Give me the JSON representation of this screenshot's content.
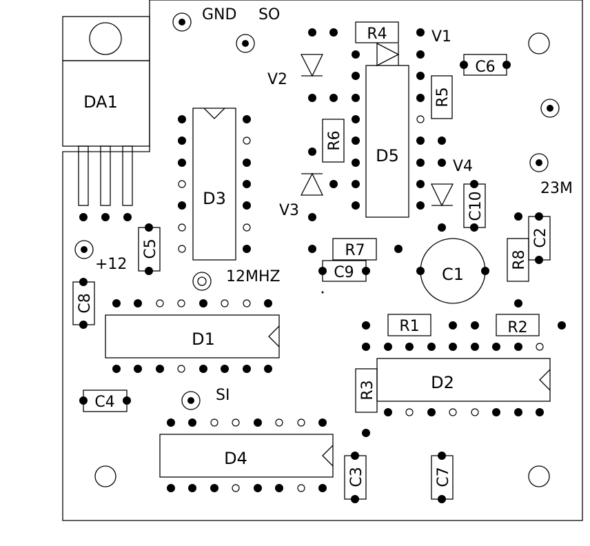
{
  "labels": {
    "gnd": "GND",
    "so": "SO",
    "si": "SI",
    "plus12": "+12",
    "mhz12": "12MHZ",
    "m23": "23M"
  },
  "components": {
    "DA1": "DA1",
    "D1": "D1",
    "D2": "D2",
    "D3": "D3",
    "D4": "D4",
    "D5": "D5",
    "R1": "R1",
    "R2": "R2",
    "R3": "R3",
    "R4": "R4",
    "R5": "R5",
    "R6": "R6",
    "R7": "R7",
    "R8": "R8",
    "C1": "C1",
    "C2": "C2",
    "C3": "C3",
    "C4": "C4",
    "C5": "C5",
    "C6": "C6",
    "C7": "C7",
    "C8": "C8",
    "C9": "C9",
    "C10": "C10",
    "V1": "V1",
    "V2": "V2",
    "V3": "V3",
    "V4": "V4"
  }
}
